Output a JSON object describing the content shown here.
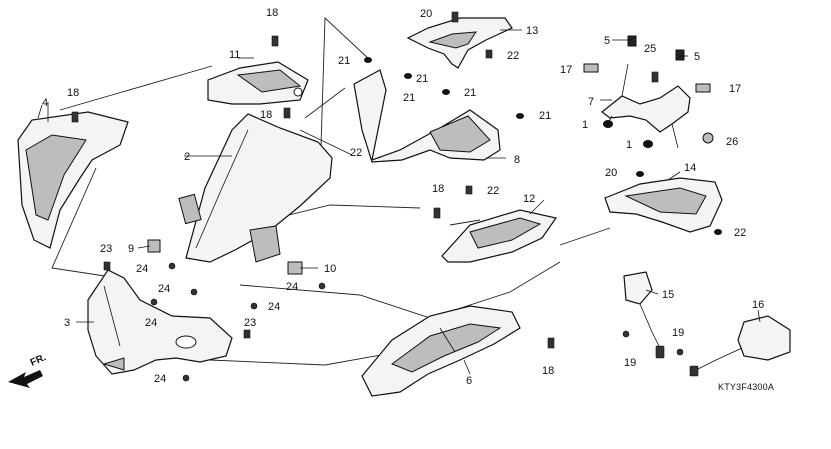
{
  "diagram": {
    "code": "KTY3F4300A",
    "front_label": "FR.",
    "callouts": {
      "c1a": "1",
      "c1b": "1",
      "c2": "2",
      "c3": "3",
      "c4": "4",
      "c5a": "5",
      "c5b": "5",
      "c6": "6",
      "c7": "7",
      "c8": "8",
      "c9": "9",
      "c10": "10",
      "c11": "11",
      "c12": "12",
      "c13": "13",
      "c14": "14",
      "c15": "15",
      "c16": "16",
      "c17a": "17",
      "c17b": "17",
      "c18a": "18",
      "c18b": "18",
      "c18c": "18",
      "c18d": "18",
      "c18e": "18",
      "c19a": "19",
      "c19b": "19",
      "c20a": "20",
      "c20b": "20",
      "c21a": "21",
      "c21b": "21",
      "c21c": "21",
      "c21d": "21",
      "c22a": "22",
      "c22b": "22",
      "c22c": "22",
      "c22d": "22",
      "c23a": "23",
      "c23b": "23",
      "c24a": "24",
      "c24b": "24",
      "c24c": "24",
      "c24d": "24",
      "c24e": "24",
      "c24f": "24",
      "c25": "25",
      "c26": "26"
    }
  }
}
